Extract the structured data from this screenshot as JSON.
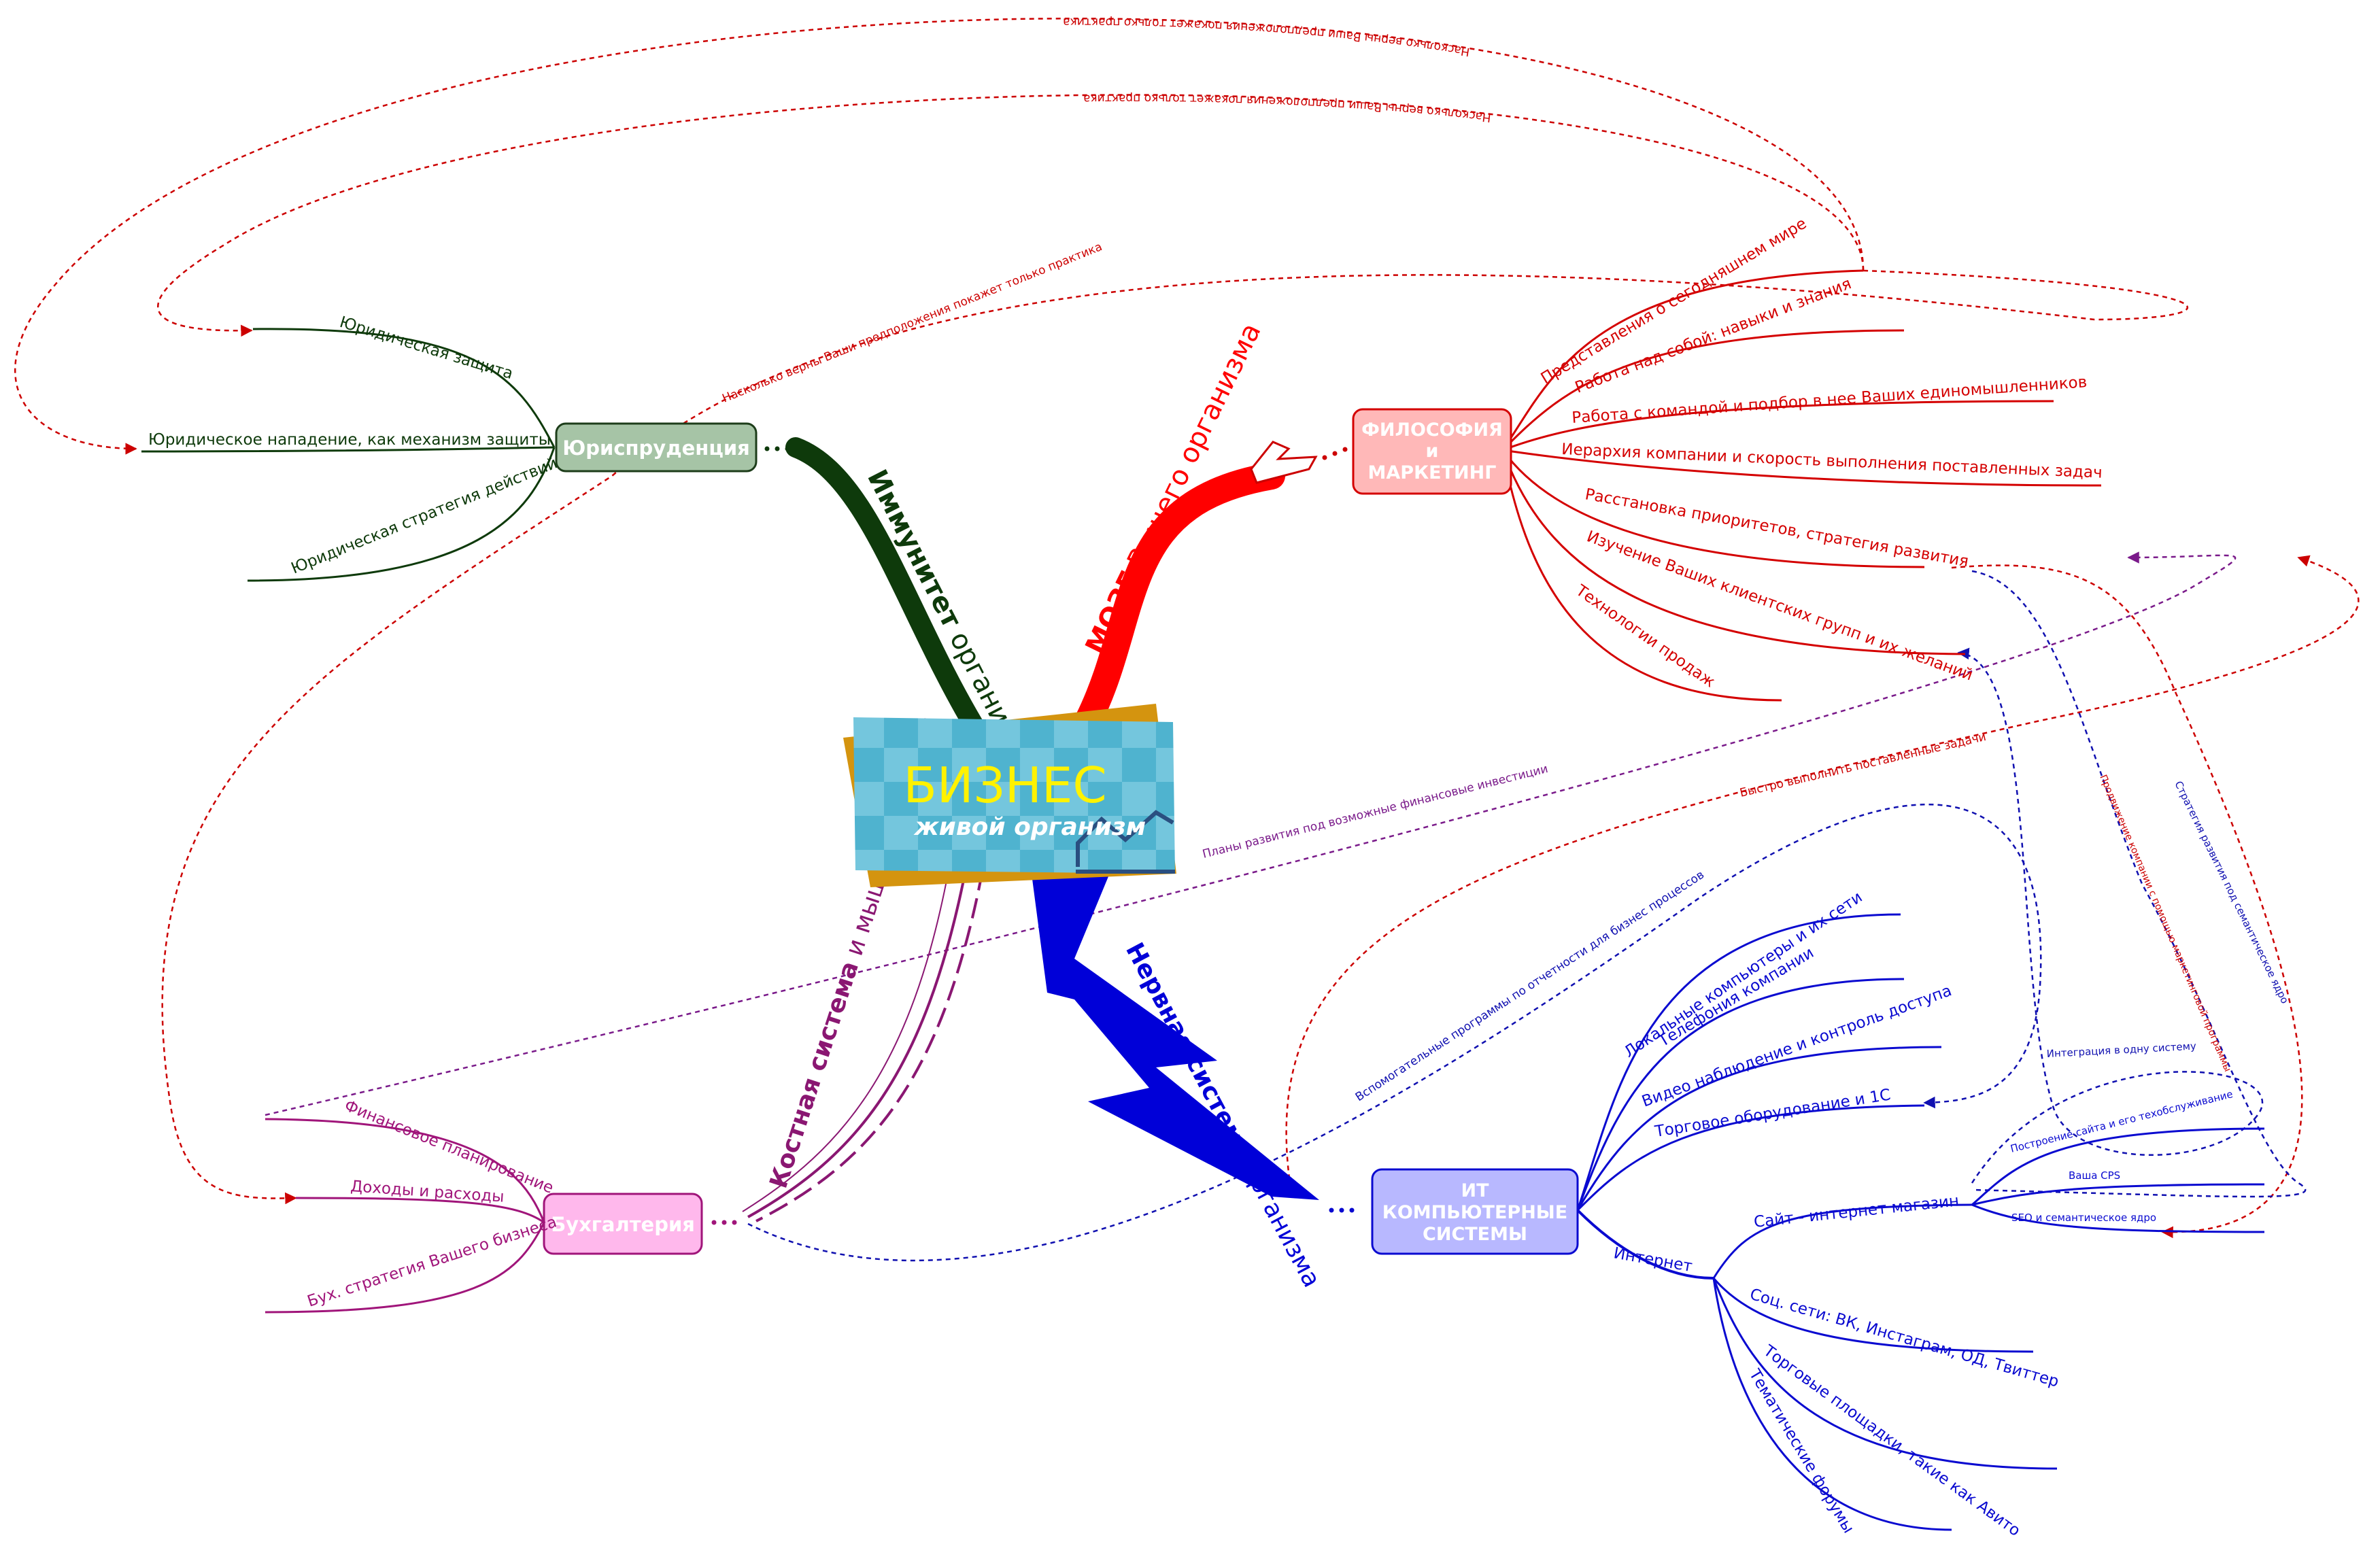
{
  "center": {
    "title": "БИЗНЕС",
    "subtitle": "живой организм",
    "colors": {
      "tile": "#4fb3cf",
      "back": "#d4940f",
      "title": "#fff200",
      "chart": "#2a4f80"
    }
  },
  "main_branches": {
    "immunity": {
      "part1": "Иммунитет",
      "part2": " организма",
      "color": "#0e3a0b"
    },
    "brain": {
      "part1": "МОЗГ",
      "part2": " Вашего организма",
      "color": "#ff0000"
    },
    "skeleton": {
      "part1": "Костная система",
      "part2": " и мышцы организм",
      "color": "#8a1772"
    },
    "nervous": {
      "part1": "Нервная система",
      "part2": " организма",
      "color": "#0000d8"
    }
  },
  "nodes": {
    "law": {
      "label": "Юриспруденция",
      "color": "#1d3d1a",
      "fill": "#a6c4a6",
      "children": [
        "Юридическая защита",
        "Юридическое нападение, как механизм защиты",
        "Юридическая стратегия действий"
      ]
    },
    "philosophy": {
      "line1": "ФИЛОСОФИЯ",
      "line2": "и",
      "line3": "МАРКЕТИНГ",
      "color": "#d40000",
      "fill": "#ffb8b8",
      "children": [
        "Представления о сегодняшнем мире",
        "Работа над собой: навыки и знания",
        "Работа с командой и подбор в нее Ваших единомышленников",
        "Иерархия компании и скорость выполнения поставленных задач",
        "Расстановка приоритетов, стратегия развития",
        "Изучение Ваших клиентских групп и их желаний",
        "Технологии продаж"
      ]
    },
    "accounting": {
      "label": "Бухгалтерия",
      "color": "#a0157a",
      "fill": "#ffb8ec",
      "children": [
        "Финансовое планирование",
        "Доходы и расходы",
        "Бух. стратегия Вашего бизнеса"
      ]
    },
    "it": {
      "line1": "ИТ",
      "line2": "КОМПЬЮТЕРНЫЕ",
      "line3": "СИСТЕМЫ",
      "color": "#0a0ad0",
      "fill": "#b8b8ff",
      "children": [
        "Локальные компьютеры и их сети",
        "Телефония компании",
        "Видео наблюдение и контроль доступа",
        "Торговое оборудование и 1С"
      ],
      "internet": {
        "label": "Интернет",
        "site": {
          "label": "Сайт - интернет магазин",
          "children": [
            "Построение сайта и его техобслуживание",
            "Ваша CPS",
            "SEO и семантическое ядро"
          ]
        },
        "children": [
          "Соц. сети: ВК, Инстаграм, ОД, Твиттер",
          "Торговые площадки, такие как Авито",
          "Тематические форумы"
        ]
      }
    }
  },
  "relationships": {
    "practice_top": "Насколько верны Ваши предположения покажет только практика",
    "practice_second": "Насколько верны Ваши предположения покажет только практика",
    "practice_diag": "Насколько верны Ваши предположения покажет только практика",
    "finance_plans": "Планы развития под возможные финансовые инвестиции",
    "fast_tasks": "Быстро выполнить поставленные задачи",
    "aux_programs": "Вспомогательные программы по отчетности для бизнес процессов",
    "integration": "Интеграция в одну систему",
    "semantic_strategy": "Стратегия развития под семантическое ядро",
    "marketing_programs": "Продвижение компании с помощью маркетинговой программы"
  }
}
